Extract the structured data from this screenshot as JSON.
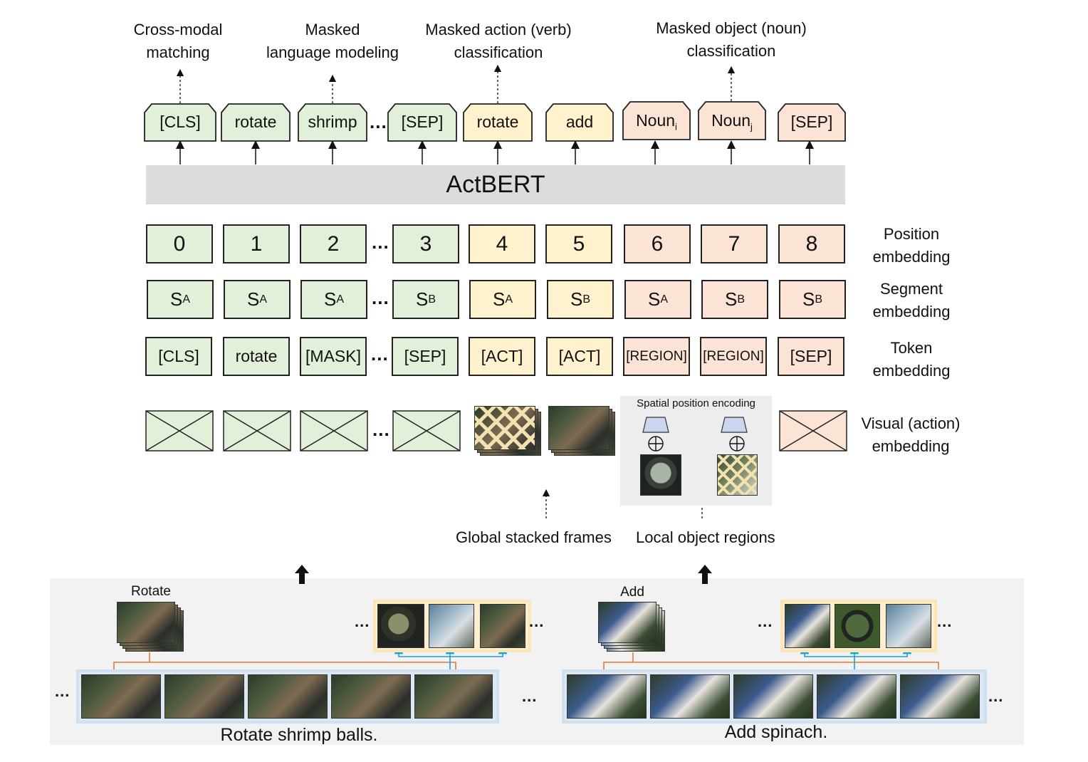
{
  "tasks": {
    "cross_modal_line1": "Cross-modal",
    "cross_modal_line2": "matching",
    "mlm_line1": "Masked",
    "mlm_line2": "language modeling",
    "action_line1": "Masked action (verb)",
    "action_line2": "classification",
    "object_line1": "Masked object (noun)",
    "object_line2": "classification"
  },
  "outputs": {
    "cls": "[CLS]",
    "rotate": "rotate",
    "shrimp": "shrimp",
    "sep": "[SEP]",
    "act_rotate": "rotate",
    "act_add": "add",
    "noun": "Noun",
    "noun_i": "i",
    "noun_j": "j",
    "sep2": "[SEP]"
  },
  "model_name": "ActBERT",
  "positions": [
    "0",
    "1",
    "2",
    "3",
    "4",
    "5",
    "6",
    "7",
    "8"
  ],
  "segments": {
    "s": "S",
    "subs": [
      "A",
      "A",
      "A",
      "B",
      "A",
      "B",
      "A",
      "B",
      "B"
    ]
  },
  "tokens": [
    "[CLS]",
    "rotate",
    "[MASK]",
    "[SEP]",
    "[ACT]",
    "[ACT]",
    "[REGION]",
    "[REGION]",
    "[SEP]"
  ],
  "row_labels": {
    "position_1": "Position",
    "position_2": "embedding",
    "segment_1": "Segment",
    "segment_2": "embedding",
    "token_1": "Token",
    "token_2": "embedding",
    "visual_1": "Visual (action)",
    "visual_2": "embedding"
  },
  "ellipsis": "...",
  "spatial_title": "Spatial position encoding",
  "global_label": "Global stacked frames",
  "local_label": "Local object regions",
  "bottom": {
    "left_action": "Rotate",
    "left_caption": "Rotate shrimp balls.",
    "right_action": "Add",
    "right_caption": "Add spinach."
  },
  "colors": {
    "text_green": "#e2efd9",
    "action_yellow": "#fff2cc",
    "region_pink": "#fbe3d6",
    "model_bar": "#dcdcdc",
    "bottom_panel": "#f2f2f2",
    "orange_bracket": "#e07b39",
    "blue_arrow": "#1ca0d8"
  }
}
